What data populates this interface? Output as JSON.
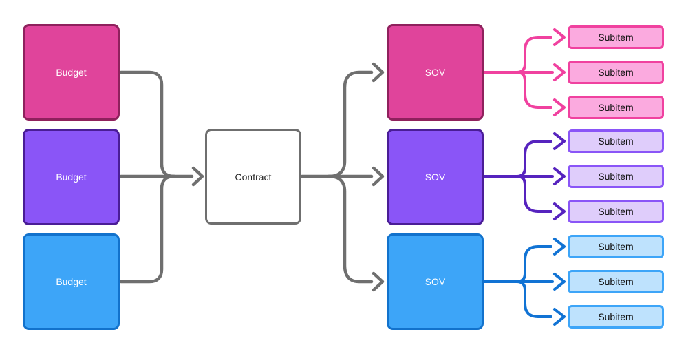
{
  "colors": {
    "gray_line": "#6F6F6F",
    "pink_fill": "#E0449B",
    "pink_border": "#8F215D",
    "pink_line": "#F0419F",
    "pink_subitem_fill": "#FBAADF",
    "purple_fill": "#8A55F7",
    "purple_border": "#4A1D96",
    "purple_line": "#5623BE",
    "purple_subitem_fill": "#DFCDFB",
    "blue_fill": "#3DA5F8",
    "blue_border": "#1272CC",
    "blue_line": "#1173D4",
    "blue_subitem_fill": "#BEE2FD",
    "contract_fill": "#FFFFFF",
    "contract_border": "#6F6F6F",
    "node_text": "#FFFFFF",
    "dark_text": "#1F1F1F"
  },
  "nodes": {
    "budgets": [
      {
        "label": "Budget"
      },
      {
        "label": "Budget"
      },
      {
        "label": "Budget"
      }
    ],
    "contract": {
      "label": "Contract"
    },
    "sovs": [
      {
        "label": "SOV"
      },
      {
        "label": "SOV"
      },
      {
        "label": "SOV"
      }
    ],
    "subitem_groups": [
      [
        {
          "label": "Subitem"
        },
        {
          "label": "Subitem"
        },
        {
          "label": "Subitem"
        }
      ],
      [
        {
          "label": "Subitem"
        },
        {
          "label": "Subitem"
        },
        {
          "label": "Subitem"
        }
      ],
      [
        {
          "label": "Subitem"
        },
        {
          "label": "Subitem"
        },
        {
          "label": "Subitem"
        }
      ]
    ]
  }
}
